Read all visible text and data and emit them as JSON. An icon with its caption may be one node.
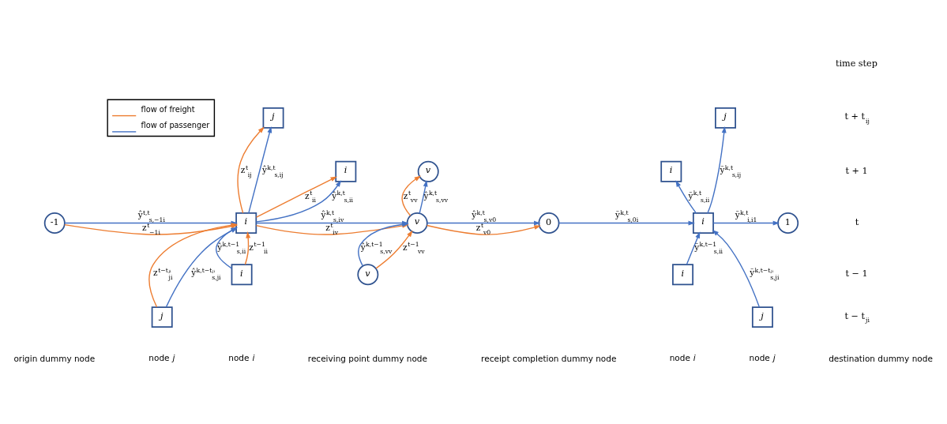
{
  "diagram": {
    "nodes": [
      {
        "text": [
          "-1"
        ]
      },
      {
        "text": [
          "j"
        ]
      },
      {
        "text": [
          "j"
        ]
      },
      {
        "text": [
          "i"
        ]
      },
      {
        "text": [
          "i"
        ]
      },
      {
        "text": [
          "i"
        ]
      },
      {
        "text": [
          "v"
        ]
      },
      {
        "text": [
          "v"
        ]
      },
      {
        "text": [
          "v"
        ]
      },
      {
        "text": [
          "0"
        ]
      },
      {
        "text": [
          "i"
        ]
      },
      {
        "text": [
          "i"
        ]
      },
      {
        "text": [
          "i"
        ]
      },
      {
        "text": [
          "j"
        ]
      },
      {
        "text": [
          "j"
        ]
      },
      {
        "text": [
          "1"
        ]
      }
    ],
    "edges": [
      {
        "from": 0,
        "to": 4,
        "arrow": "to",
        "label": "z$^{t}$$_{−1i}$",
        "color": "#ed7d31"
      },
      {
        "from": 0,
        "to": 4,
        "arrow": "to",
        "label": "ŷ$^{t,t}$$_{s,−1i}$"
      },
      {
        "from": 4,
        "to": 1,
        "arrow": "to",
        "label": "ŷ$^{k,t}$$_{s,ij}$"
      },
      {
        "from": 4,
        "to": 1,
        "arrow": "to",
        "label": "z$^{t}$$_{ij}$",
        "color": "#ed7d31"
      },
      {
        "from": 2,
        "to": 4,
        "arrow": "to",
        "label": "ŷ$^{k,t−tⱼᵢ}$$_{s,ji}$"
      },
      {
        "from": 2,
        "to": 4,
        "arrow": "to",
        "label": "z$^{t−tⱼᵢ}$$_{ji}$",
        "color": "#ed7d31"
      },
      {
        "from": 4,
        "to": 3,
        "arrow": "to",
        "label": "ŷ$^{k,t}$$_{s,ii}$"
      },
      {
        "from": 4,
        "to": 3,
        "arrow": "to",
        "label": "z$^{t}$$_{ii}$",
        "color": "#ed7d31"
      },
      {
        "from": 5,
        "to": 4,
        "arrow": "to",
        "label": "ŷ$^{k,t−1}$$_{s,ii}$"
      },
      {
        "from": 5,
        "to": 4,
        "arrow": "to",
        "label": "z$^{t−1}$$_{ii}$",
        "color": "#ed7d31"
      },
      {
        "from": 4,
        "to": 7,
        "arrow": "to",
        "label": "z$^{t}$$_{iv}$",
        "color": "#ed7d31"
      },
      {
        "from": 4,
        "to": 7,
        "arrow": "to",
        "label": "ŷ$^{k,t}$$_{s,iv}$"
      },
      {
        "from": 7,
        "to": 6,
        "arrow": "to",
        "label": "ŷ$^{k,t}$$_{s,vv}$"
      },
      {
        "from": 7,
        "to": 6,
        "arrow": "to",
        "label": "z$^{t}$$_{vv}$",
        "color": "#ed7d31"
      },
      {
        "from": 8,
        "to": 7,
        "arrow": "to",
        "label": "ŷ$^{k,t−1}$$_{s,vv}$"
      },
      {
        "from": 8,
        "to": 7,
        "arrow": "to",
        "label": "z$^{t−1}$$_{vv}$",
        "color": "#ed7d31"
      },
      {
        "from": 7,
        "to": 9,
        "arrow": "to",
        "label": "z$^{t}$$_{v0}$",
        "color": "#ed7d31"
      },
      {
        "from": 7,
        "to": 9,
        "arrow": "to",
        "label": "ŷ$^{k,t}$$_{s,v0}$"
      },
      {
        "from": 9,
        "to": 11,
        "arrow": "to",
        "label": "ỹ$^{k,t}$$_{s,0i}$"
      },
      {
        "from": 11,
        "to": 10,
        "arrow": "to",
        "label": "ỹ$^{k,t}$$_{s,ii}$"
      },
      {
        "from": 11,
        "to": 13,
        "arrow": "to",
        "label": "ỹ$^{k,t}$$_{s,ij}$"
      },
      {
        "from": 11,
        "to": 15,
        "arrow": "to",
        "label": "ỹ$^{k,t}$$_{i,i1}$"
      },
      {
        "from": 12,
        "to": 11,
        "arrow": "to",
        "label": "ỹ$^{k,t−1}$$_{s,ii}$"
      },
      {
        "from": 14,
        "to": 11,
        "arrow": "to",
        "label": "ỹ$^{k,t−tⱼᵢ}$$_{s,ji}$"
      }
    ],
    "labels": [
      "time step",
      "t + t$_{ij}$",
      "t + 1",
      "t",
      "t − 1",
      "t − t$_{ji}$",
      "origin dummy node",
      "node *j*",
      "node *i*",
      "receiving point dummy node",
      "receipt completion dummy node",
      "node *i*",
      "node *j*",
      "destination dummy node"
    ],
    "legend": [
      {
        "text": "flow of freight"
      },
      {
        "text": "flow of passenger"
      }
    ]
  }
}
